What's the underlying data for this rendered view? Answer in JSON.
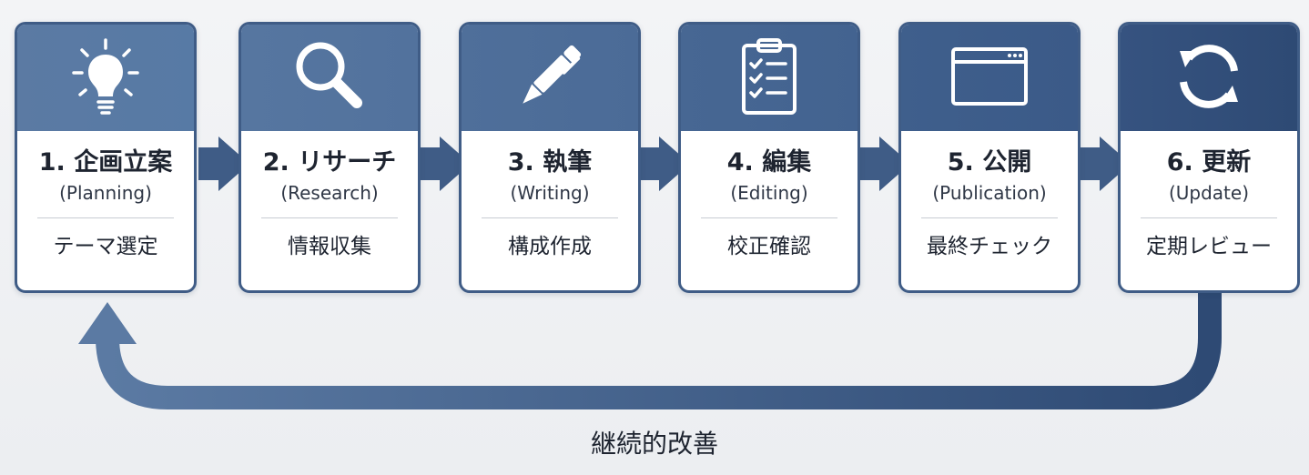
{
  "colors": {
    "primary_dark": "#2e4a74",
    "primary_light": "#5b7aa3",
    "text": "#1e2430",
    "background": "#eef0f3"
  },
  "steps": [
    {
      "title": "1. 企画立案",
      "subtitle": "(Planning)",
      "task": "テーマ選定",
      "icon": "lightbulb-icon"
    },
    {
      "title": "2. リサーチ",
      "subtitle": "(Research)",
      "task": "情報収集",
      "icon": "magnifier-icon"
    },
    {
      "title": "3. 執筆",
      "subtitle": "(Writing)",
      "task": "構成作成",
      "icon": "pen-icon"
    },
    {
      "title": "4. 編集",
      "subtitle": "(Editing)",
      "task": "校正確認",
      "icon": "clipboard-checklist-icon"
    },
    {
      "title": "5. 公開",
      "subtitle": "(Publication)",
      "task": "最終チェック",
      "icon": "browser-window-icon"
    },
    {
      "title": "6. 更新",
      "subtitle": "(Update)",
      "task": "定期レビュー",
      "icon": "refresh-icon"
    }
  ],
  "loop": {
    "label": "継続的改善"
  }
}
